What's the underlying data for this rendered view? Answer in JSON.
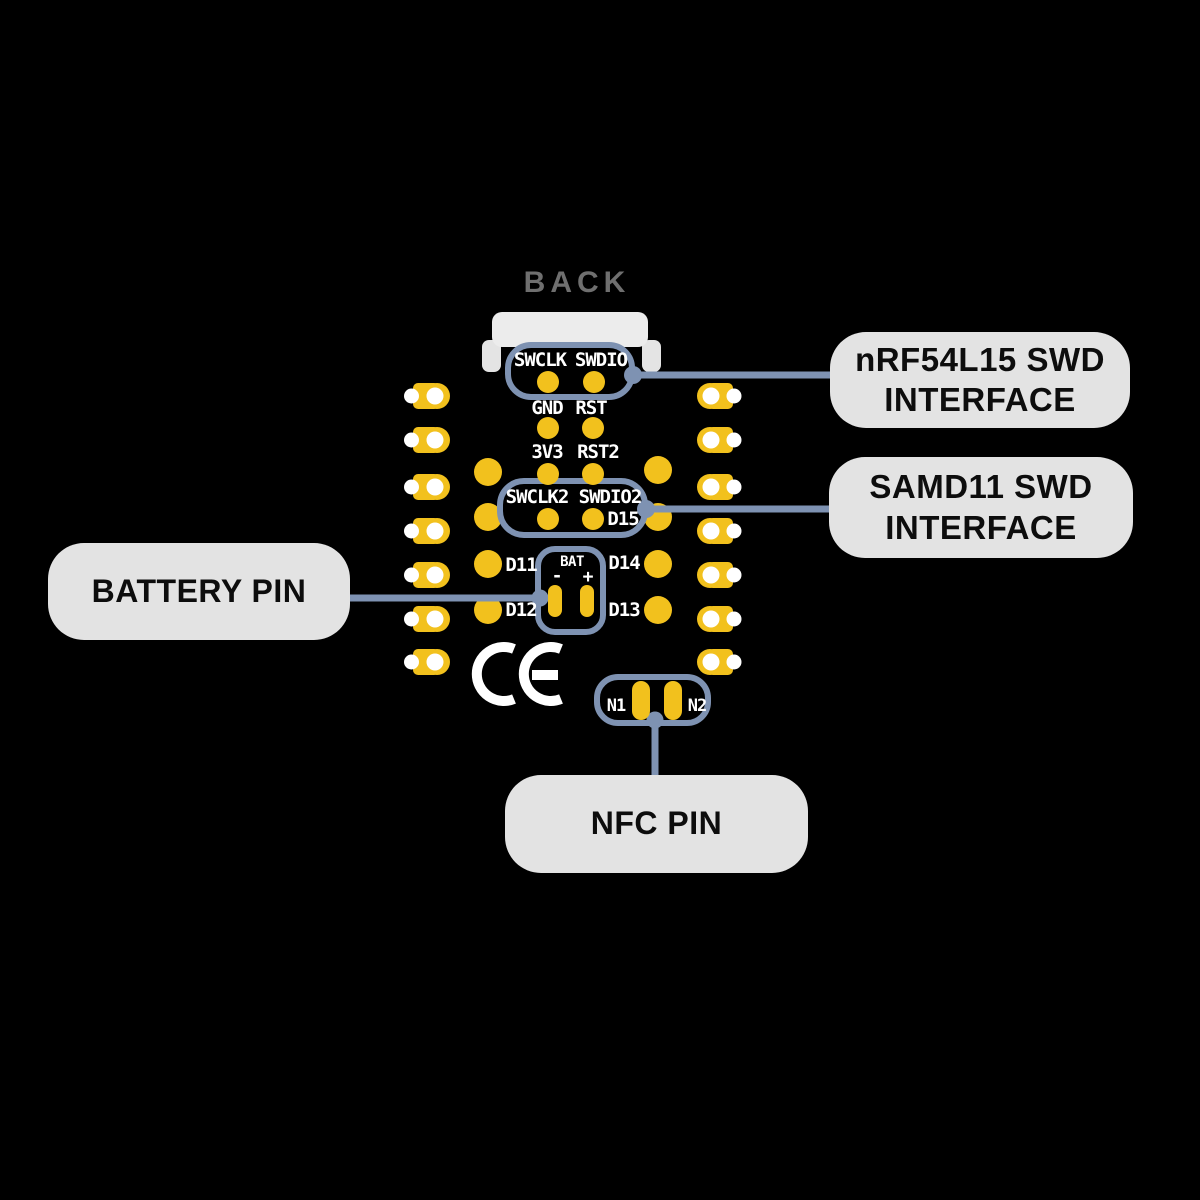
{
  "title": "BACK",
  "colors": {
    "pad_yellow": "#f2c11d",
    "outline_blue": "#7e92b2",
    "bubble_bg": "#e3e3e3",
    "bubble_text": "#0d0d0d",
    "pin_text": "#ffffff",
    "back_text": "#6f6f6f",
    "board_bg": "#000000",
    "connector_white": "#ececec",
    "ce_mark": "#ffffff"
  },
  "pins": {
    "swclk": "SWCLK",
    "swdio": "SWDIO",
    "gnd": "GND",
    "rst": "RST",
    "v3": "3V3",
    "rst2": "RST2",
    "swclk2": "SWCLK2",
    "swdio2": "SWDIO2",
    "d15": "D15",
    "d11": "D11",
    "d14": "D14",
    "d12": "D12",
    "d13": "D13",
    "bat": "BAT",
    "bat_minus": "-",
    "bat_plus": "+",
    "n1": "N1",
    "n2": "N2"
  },
  "callouts": {
    "nrf_swd": {
      "lines": [
        "nRF54L15 SWD",
        "INTERFACE"
      ]
    },
    "samd_swd": {
      "lines": [
        "SAMD11 SWD",
        "INTERFACE"
      ]
    },
    "battery": {
      "label": "BATTERY PIN"
    },
    "nfc": {
      "label": "NFC PIN"
    }
  }
}
